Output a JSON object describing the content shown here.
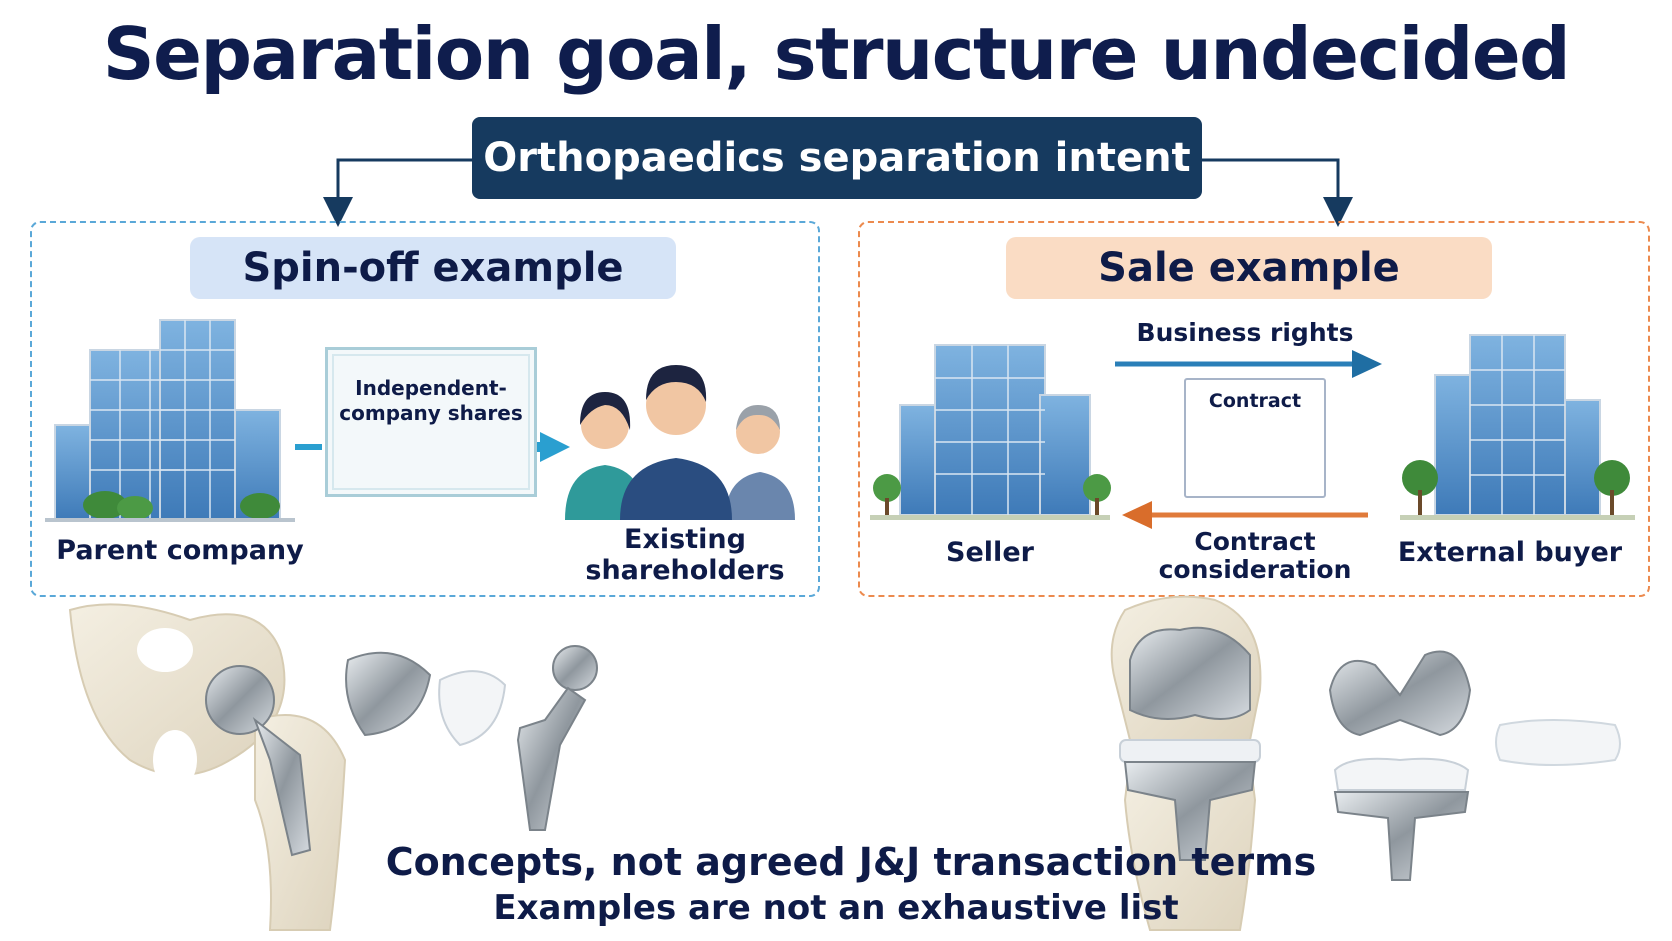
{
  "title": "Separation goal, structure undecided",
  "intent": "Orthopaedics separation intent",
  "spinoff": {
    "heading": "Spin-off example",
    "parent_label": "Parent company",
    "certificate_label": "Independent-company shares",
    "shareholders_label": "Existing shareholders"
  },
  "sale": {
    "heading": "Sale example",
    "rights_label": "Business rights",
    "contract_label": "Contract",
    "consideration_label": "Contract consideration",
    "seller_label": "Seller",
    "buyer_label": "External buyer"
  },
  "footnote": {
    "line1": "Concepts, not agreed J&J transaction terms",
    "line2": "Examples are not an exhaustive list"
  },
  "colors": {
    "navy": "#163a5f",
    "blue_dash": "#5aa8d8",
    "orange_dash": "#ec8a4e",
    "blue_arrow": "#2a7fb8",
    "orange_arrow": "#e07a3a"
  }
}
